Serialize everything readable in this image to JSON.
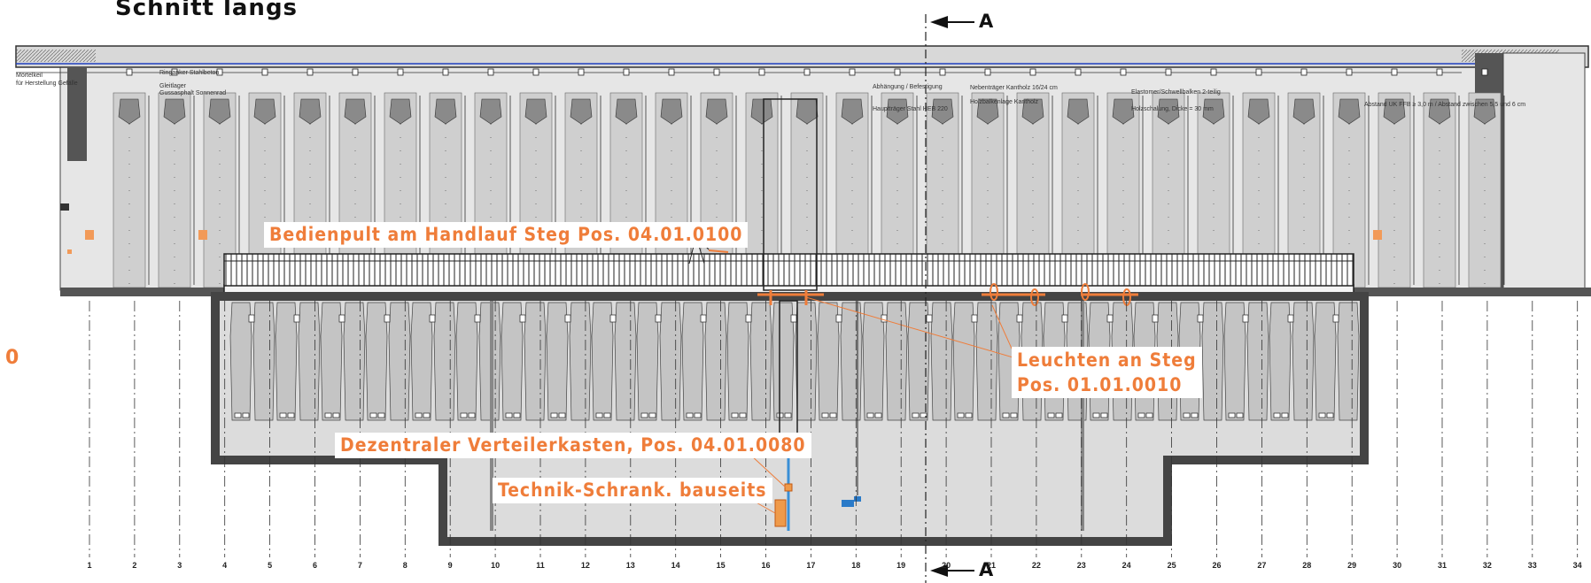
{
  "title": "Schnitt längs",
  "section_marker": {
    "top": "A",
    "bottom": "A"
  },
  "left_mark": "0",
  "callouts": {
    "bedienpult": "Bedienpult am Handlauf Steg Pos. 04.01.0100",
    "leuchten_line1": "Leuchten an Steg",
    "leuchten_line2": "Pos. 01.01.0010",
    "verteiler": "Dezentraler Verteilerkasten, Pos. 04.01.0080",
    "technik": "Technik-Schrank. bauseits"
  },
  "small_notes": {
    "moertelkeil_1": "Mörtelkeil",
    "moertelkeil_2": "für Herstellung Gefälle",
    "ringanker": "Ringanker Stahlbeton",
    "gleitlager": "Gleitlager",
    "gussasphalt": "Gussasphalt Sonnenrad",
    "hauptträger": "Hauptträger Stahl HEB 220",
    "holz": "Holzbalkenlage Kantholz",
    "nebentraeger": "Nebenträger Kantholz 16/24 cm",
    "abhaengung": "Abhängung / Befestigung",
    "elastomer": "Elastomer/Schwellbalken 2-teilig",
    "holzschalung": "Holzschalung, Dicke = 30 mm",
    "abstand": "Abstand UK FFB ≥ 3,0 m / Abstand zwischen 5,5 und 6 cm"
  },
  "axis_labels": [
    "1",
    "2",
    "3",
    "4",
    "5",
    "6",
    "7",
    "8",
    "9",
    "10",
    "11",
    "12",
    "13",
    "14",
    "15",
    "16",
    "17",
    "18",
    "19",
    "20",
    "21",
    "22",
    "23",
    "24",
    "25",
    "26",
    "27",
    "28",
    "29",
    "30",
    "31",
    "32",
    "33",
    "34"
  ]
}
